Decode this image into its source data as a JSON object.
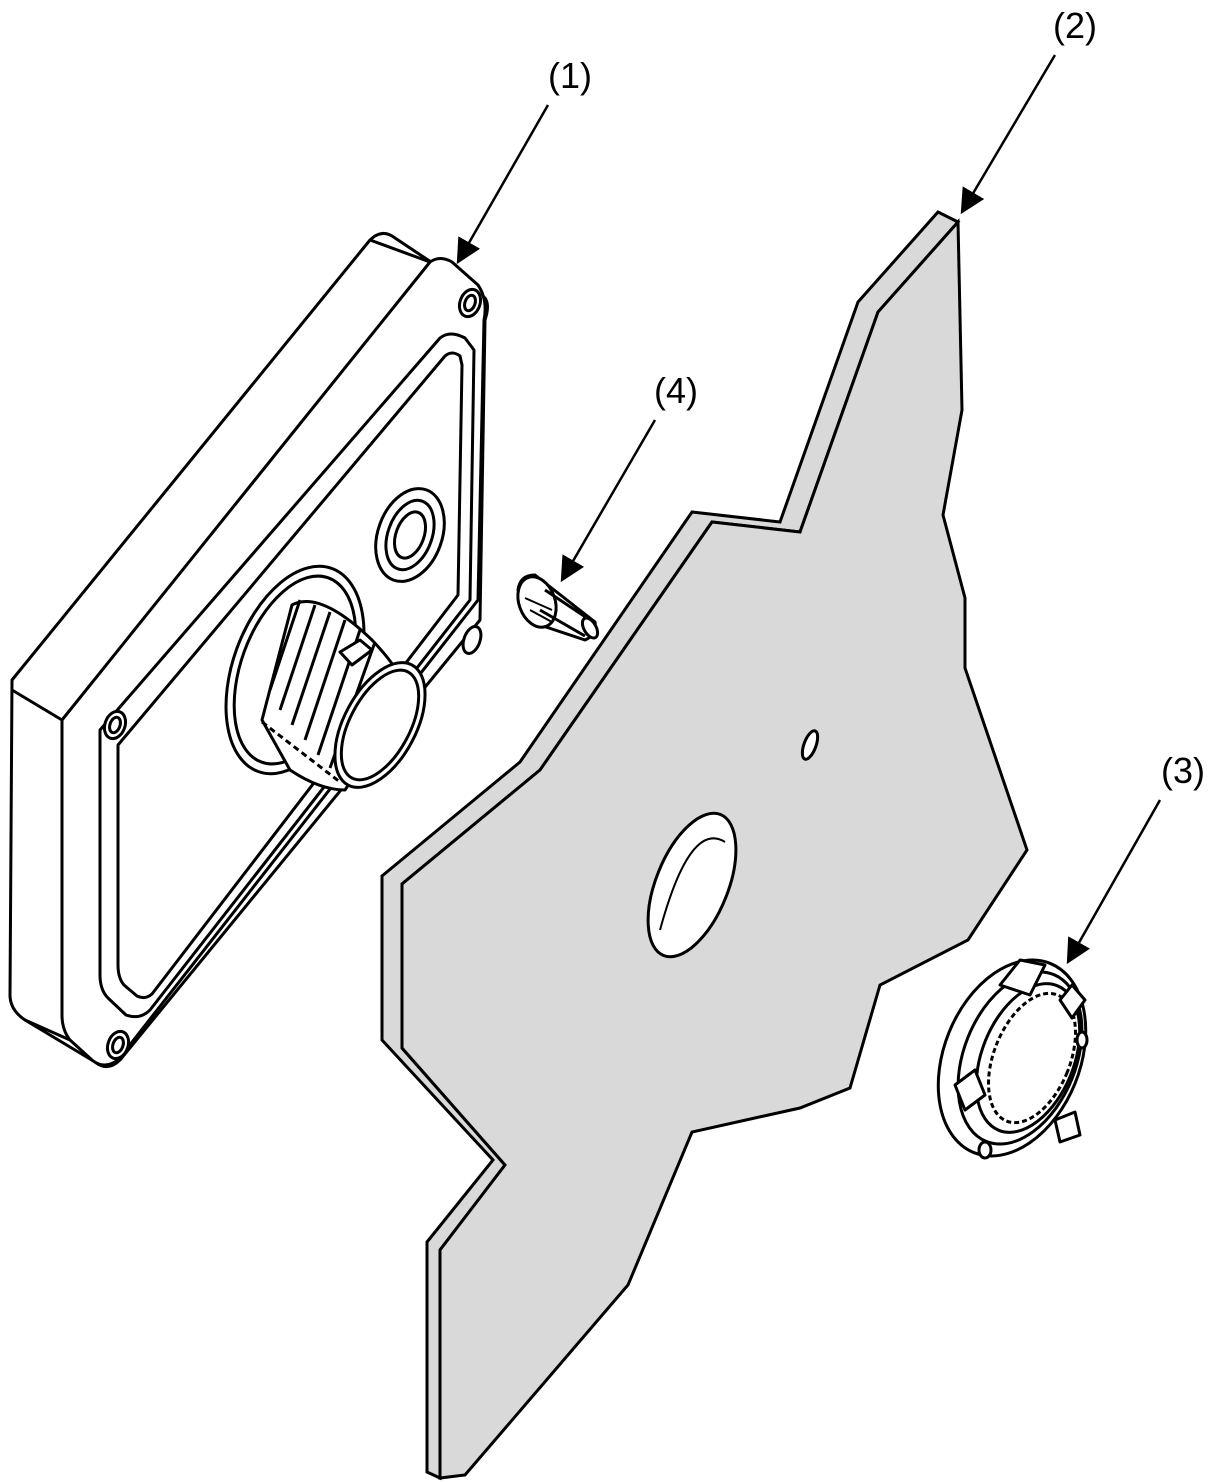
{
  "callouts": [
    {
      "id": "1",
      "label": "(1)"
    },
    {
      "id": "2",
      "label": "(2)"
    },
    {
      "id": "3",
      "label": "(3)"
    },
    {
      "id": "4",
      "label": "(4)"
    }
  ],
  "colors": {
    "line": "#000000",
    "plate_fill": "#d9d9d9",
    "part_fill": "#ffffff",
    "background": "#ffffff"
  }
}
